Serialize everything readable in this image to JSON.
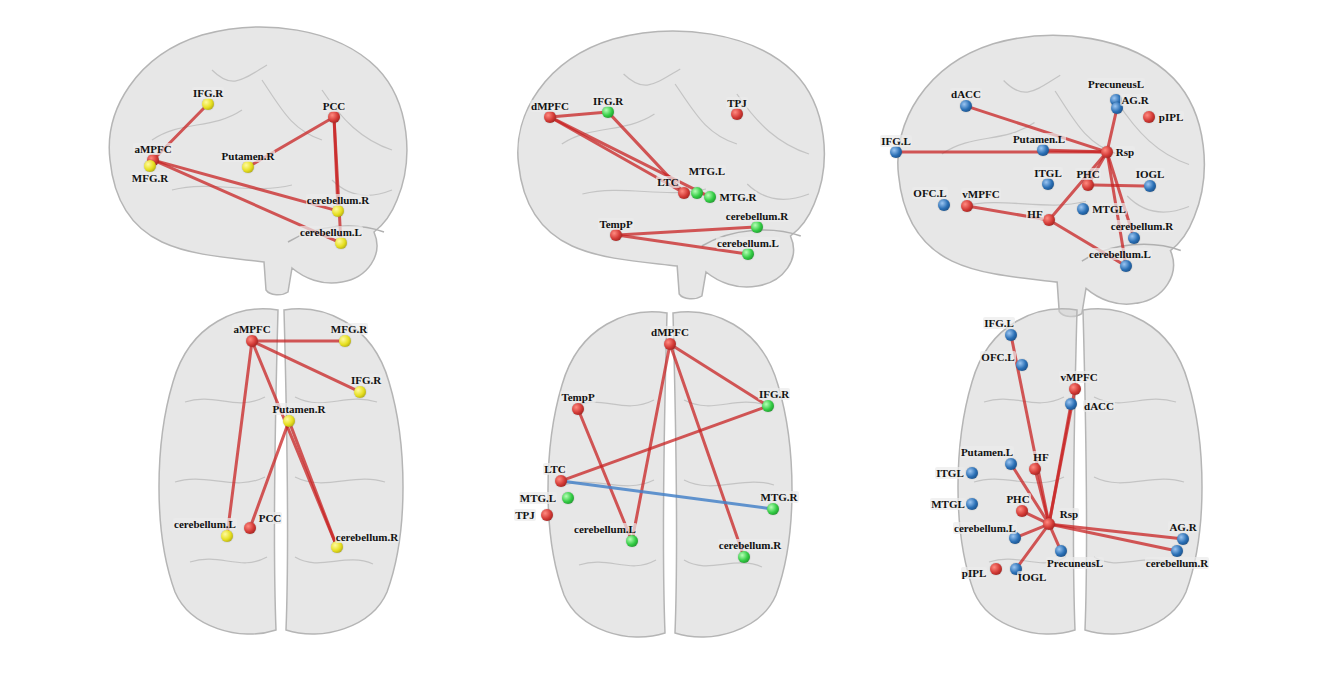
{
  "diagram": {
    "nodes": [
      {
        "text": [
          "IFG.R"
        ]
      },
      {
        "text": [
          "PCC"
        ]
      },
      {
        "text": [
          "aMPFC"
        ]
      },
      {
        "text": [
          "MFG.R"
        ]
      },
      {
        "text": [
          "Putamen.R"
        ]
      },
      {
        "text": [
          "cerebellum.R"
        ]
      },
      {
        "text": [
          "cerebellum.L"
        ]
      },
      {
        "text": [
          "dMPFC"
        ]
      },
      {
        "text": [
          "IFG.R"
        ]
      },
      {
        "text": [
          "TPJ"
        ]
      },
      {
        "text": [
          "LTC"
        ]
      },
      {
        "text": [
          "MTG.L"
        ]
      },
      {
        "text": [
          "MTG.R"
        ]
      },
      {
        "text": [
          "cerebellum.R"
        ]
      },
      {
        "text": [
          "TempP"
        ]
      },
      {
        "text": [
          "cerebellum.L"
        ]
      },
      {
        "text": [
          "PrecuneusL"
        ]
      },
      {
        "text": [
          "dACC"
        ]
      },
      {
        "text": [
          "AG.R"
        ]
      },
      {
        "text": [
          "pIPL"
        ]
      },
      {
        "text": [
          "Putamen.L"
        ]
      },
      {
        "text": [
          "Rsp"
        ]
      },
      {
        "text": [
          "IFG.L"
        ]
      },
      {
        "text": [
          "ITGL"
        ]
      },
      {
        "text": [
          "PHC"
        ]
      },
      {
        "text": [
          "IOGL"
        ]
      },
      {
        "text": [
          "OFC.L"
        ]
      },
      {
        "text": [
          "vMPFC"
        ]
      },
      {
        "text": [
          "MTGL"
        ]
      },
      {
        "text": [
          "HF"
        ]
      },
      {
        "text": [
          "cerebellum.R"
        ]
      },
      {
        "text": [
          "cerebellum.L"
        ]
      },
      {
        "text": [
          "aMPFC"
        ]
      },
      {
        "text": [
          "MFG.R"
        ]
      },
      {
        "text": [
          "IFG.R"
        ]
      },
      {
        "text": [
          "Putamen.R"
        ]
      },
      {
        "text": [
          "cerebellum.L"
        ]
      },
      {
        "text": [
          "PCC"
        ]
      },
      {
        "text": [
          "cerebellum.R"
        ]
      },
      {
        "text": [
          "dMPFC"
        ]
      },
      {
        "text": [
          "TempP"
        ]
      },
      {
        "text": [
          "IFG.R"
        ]
      },
      {
        "text": [
          "LTC"
        ]
      },
      {
        "text": [
          "MTG.L"
        ]
      },
      {
        "text": [
          "MTG.R"
        ]
      },
      {
        "text": [
          "TPJ"
        ]
      },
      {
        "text": [
          "cerebellum.L"
        ]
      },
      {
        "text": [
          "cerebellum.R"
        ]
      },
      {
        "text": [
          "IFG.L"
        ]
      },
      {
        "text": [
          "OFC.L"
        ]
      },
      {
        "text": [
          "vMPFC"
        ]
      },
      {
        "text": [
          "dACC"
        ]
      },
      {
        "text": [
          "Putamen.L"
        ]
      },
      {
        "text": [
          "HF"
        ]
      },
      {
        "text": [
          "ITGL"
        ]
      },
      {
        "text": [
          "MTGL"
        ]
      },
      {
        "text": [
          "PHC"
        ]
      },
      {
        "text": [
          "Rsp"
        ]
      },
      {
        "text": [
          "cerebellum.L"
        ]
      },
      {
        "text": [
          "PrecuneusL"
        ]
      },
      {
        "text": [
          "AG.R"
        ]
      },
      {
        "text": [
          "cerebellum.R"
        ]
      },
      {
        "text": [
          "IOGL"
        ]
      },
      {
        "text": [
          "pIPL"
        ]
      }
    ],
    "edges": [
      {
        "from": 2,
        "to": 0,
        "arrow": "none"
      },
      {
        "from": 2,
        "to": 5,
        "arrow": "none"
      },
      {
        "from": 2,
        "to": 6,
        "arrow": "none"
      },
      {
        "from": 1,
        "to": 4,
        "arrow": "none"
      },
      {
        "from": 1,
        "to": 5,
        "arrow": "none"
      },
      {
        "from": 1,
        "to": 6,
        "arrow": "none"
      },
      {
        "from": 7,
        "to": 8,
        "arrow": "none"
      },
      {
        "from": 7,
        "to": 10,
        "arrow": "none"
      },
      {
        "from": 7,
        "to": 12,
        "arrow": "none"
      },
      {
        "from": 8,
        "to": 10,
        "arrow": "none"
      },
      {
        "from": 14,
        "to": 13,
        "arrow": "none"
      },
      {
        "from": 14,
        "to": 15,
        "arrow": "none"
      },
      {
        "from": 17,
        "to": 21,
        "arrow": "none"
      },
      {
        "from": 22,
        "to": 21,
        "arrow": "none"
      },
      {
        "from": 20,
        "to": 21,
        "arrow": "none"
      },
      {
        "from": 21,
        "to": 18,
        "arrow": "none"
      },
      {
        "from": 29,
        "to": 21,
        "arrow": "none"
      },
      {
        "from": 24,
        "to": 21,
        "arrow": "none"
      },
      {
        "from": 24,
        "to": 25,
        "arrow": "none"
      },
      {
        "from": 27,
        "to": 29,
        "arrow": "none"
      },
      {
        "from": 21,
        "to": 30,
        "arrow": "none"
      },
      {
        "from": 21,
        "to": 31,
        "arrow": "none"
      },
      {
        "from": 29,
        "to": 31,
        "arrow": "none"
      },
      {
        "from": 32,
        "to": 33,
        "arrow": "none"
      },
      {
        "from": 32,
        "to": 34,
        "arrow": "none"
      },
      {
        "from": 32,
        "to": 36,
        "arrow": "none"
      },
      {
        "from": 32,
        "to": 38,
        "arrow": "none"
      },
      {
        "from": 35,
        "to": 37,
        "arrow": "none"
      },
      {
        "from": 35,
        "to": 38,
        "arrow": "none"
      },
      {
        "from": 39,
        "to": 41,
        "arrow": "none"
      },
      {
        "from": 39,
        "to": 46,
        "arrow": "none"
      },
      {
        "from": 39,
        "to": 47,
        "arrow": "none"
      },
      {
        "from": 40,
        "to": 46,
        "arrow": "none"
      },
      {
        "from": 42,
        "to": 41,
        "arrow": "none"
      },
      {
        "from": 42,
        "to": 44,
        "arrow": "none"
      },
      {
        "from": 48,
        "to": 57,
        "arrow": "none"
      },
      {
        "from": 51,
        "to": 57,
        "arrow": "none"
      },
      {
        "from": 50,
        "to": 57,
        "arrow": "none"
      },
      {
        "from": 53,
        "to": 57,
        "arrow": "none"
      },
      {
        "from": 56,
        "to": 57,
        "arrow": "none"
      },
      {
        "from": 57,
        "to": 60,
        "arrow": "none"
      },
      {
        "from": 57,
        "to": 61,
        "arrow": "none"
      },
      {
        "from": 57,
        "to": 62,
        "arrow": "none"
      },
      {
        "from": 52,
        "to": 57,
        "arrow": "none"
      },
      {
        "from": 57,
        "to": 58,
        "arrow": "none"
      },
      {
        "from": 57,
        "to": 59,
        "arrow": "none"
      }
    ]
  }
}
